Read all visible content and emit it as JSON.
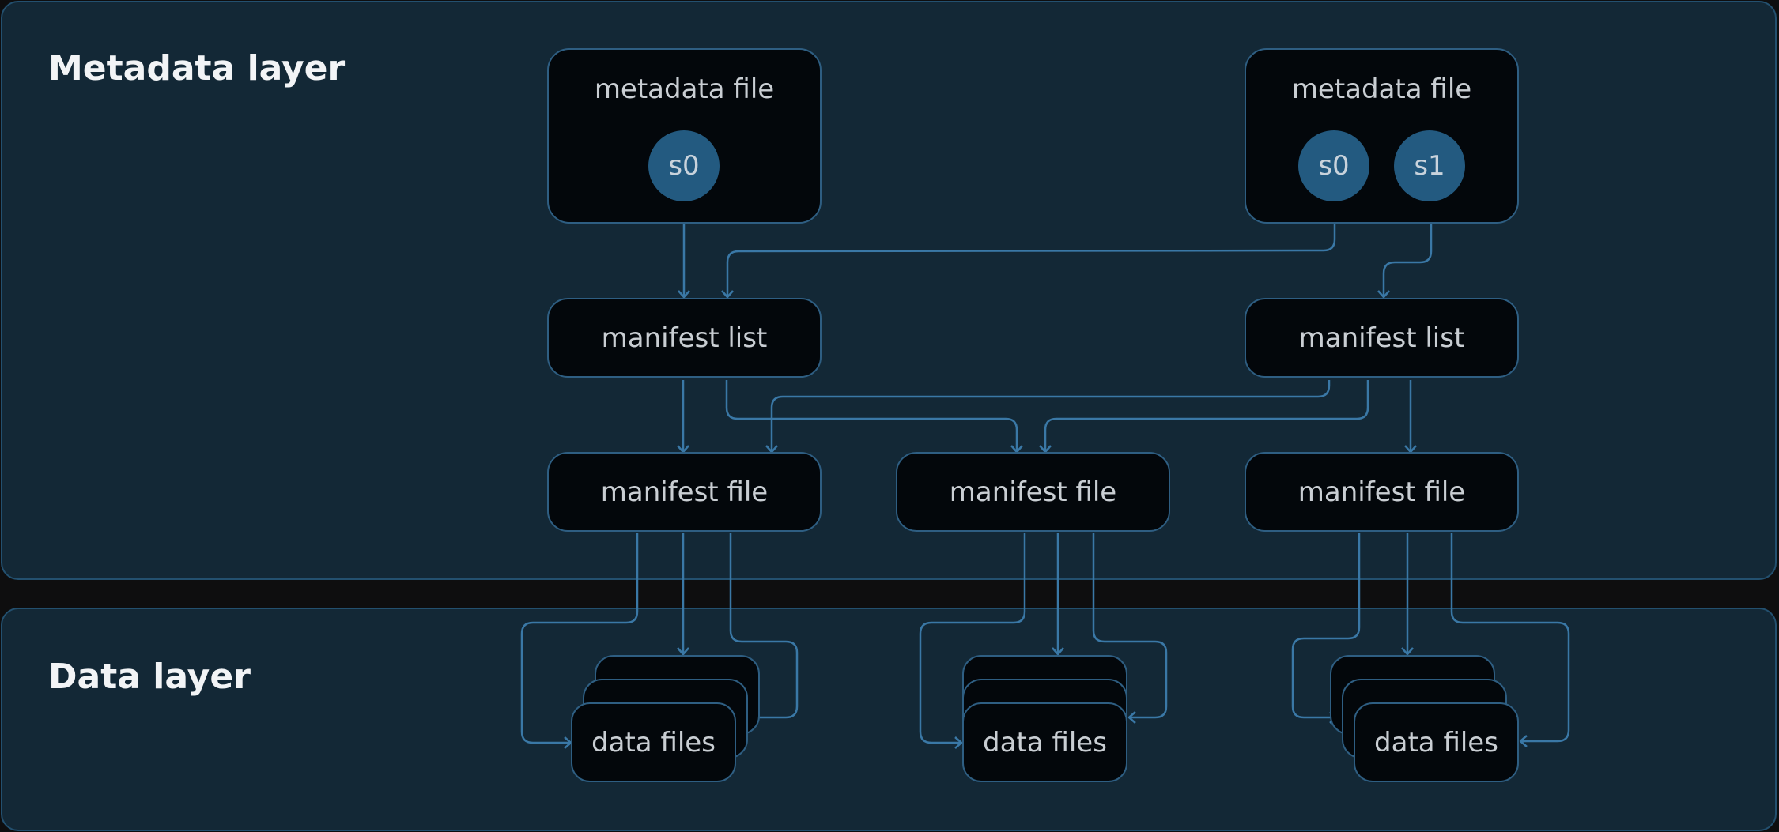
{
  "layers": {
    "metadata": {
      "title": "Metadata layer"
    },
    "data": {
      "title": "Data layer"
    }
  },
  "metadata_files": [
    {
      "label": "metadata file",
      "snapshots": [
        "s0"
      ]
    },
    {
      "label": "metadata file",
      "snapshots": [
        "s0",
        "s1"
      ]
    }
  ],
  "manifest_lists": [
    {
      "label": "manifest list"
    },
    {
      "label": "manifest list"
    }
  ],
  "manifest_files": [
    {
      "label": "manifest file"
    },
    {
      "label": "manifest file"
    },
    {
      "label": "manifest file"
    }
  ],
  "data_files": [
    {
      "label": "data files"
    },
    {
      "label": "data files"
    },
    {
      "label": "data files"
    }
  ],
  "colors": {
    "layer_bg": "#132836",
    "node_bg": "#03070b",
    "border": "#2e5e82",
    "snapshot": "#235a80",
    "connector": "#3a78a6"
  }
}
